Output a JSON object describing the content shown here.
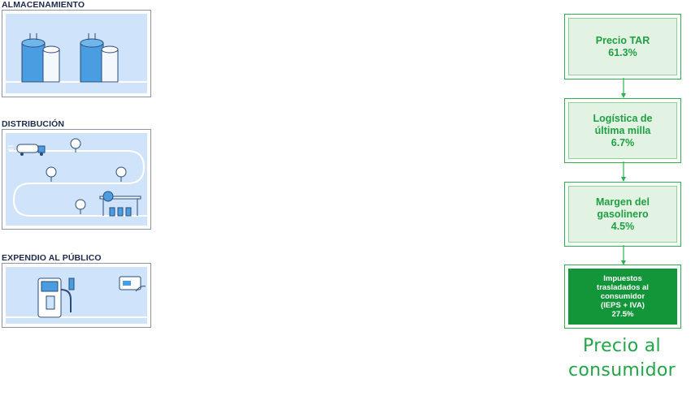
{
  "sections": [
    {
      "label": "ALMACENAMIENTO"
    },
    {
      "label": "DISTRIBUCIÓN"
    },
    {
      "label": "EXPENDIO AL PÚBLICO"
    }
  ],
  "price_steps": [
    {
      "line1": "Precio TAR",
      "line2": "",
      "value": "61.3%"
    },
    {
      "line1": "Logística de",
      "line2": "última milla",
      "value": "6.7%"
    },
    {
      "line1": "Margen del",
      "line2": "gasolinero",
      "value": "4.5%"
    },
    {
      "line1": "Impuestos",
      "line2": "trasladados al",
      "line3": "consumidor",
      "line4": "(IEPS + IVA)",
      "value": "27.5%"
    }
  ],
  "final": {
    "line1": "Precio al",
    "line2": "consumidor"
  },
  "colors": {
    "green": "#22a548",
    "dark_green": "#13953a",
    "light_green": "#e2f3e4",
    "navy": "#1d2a4d",
    "light_blue": "#cfe3fa"
  }
}
